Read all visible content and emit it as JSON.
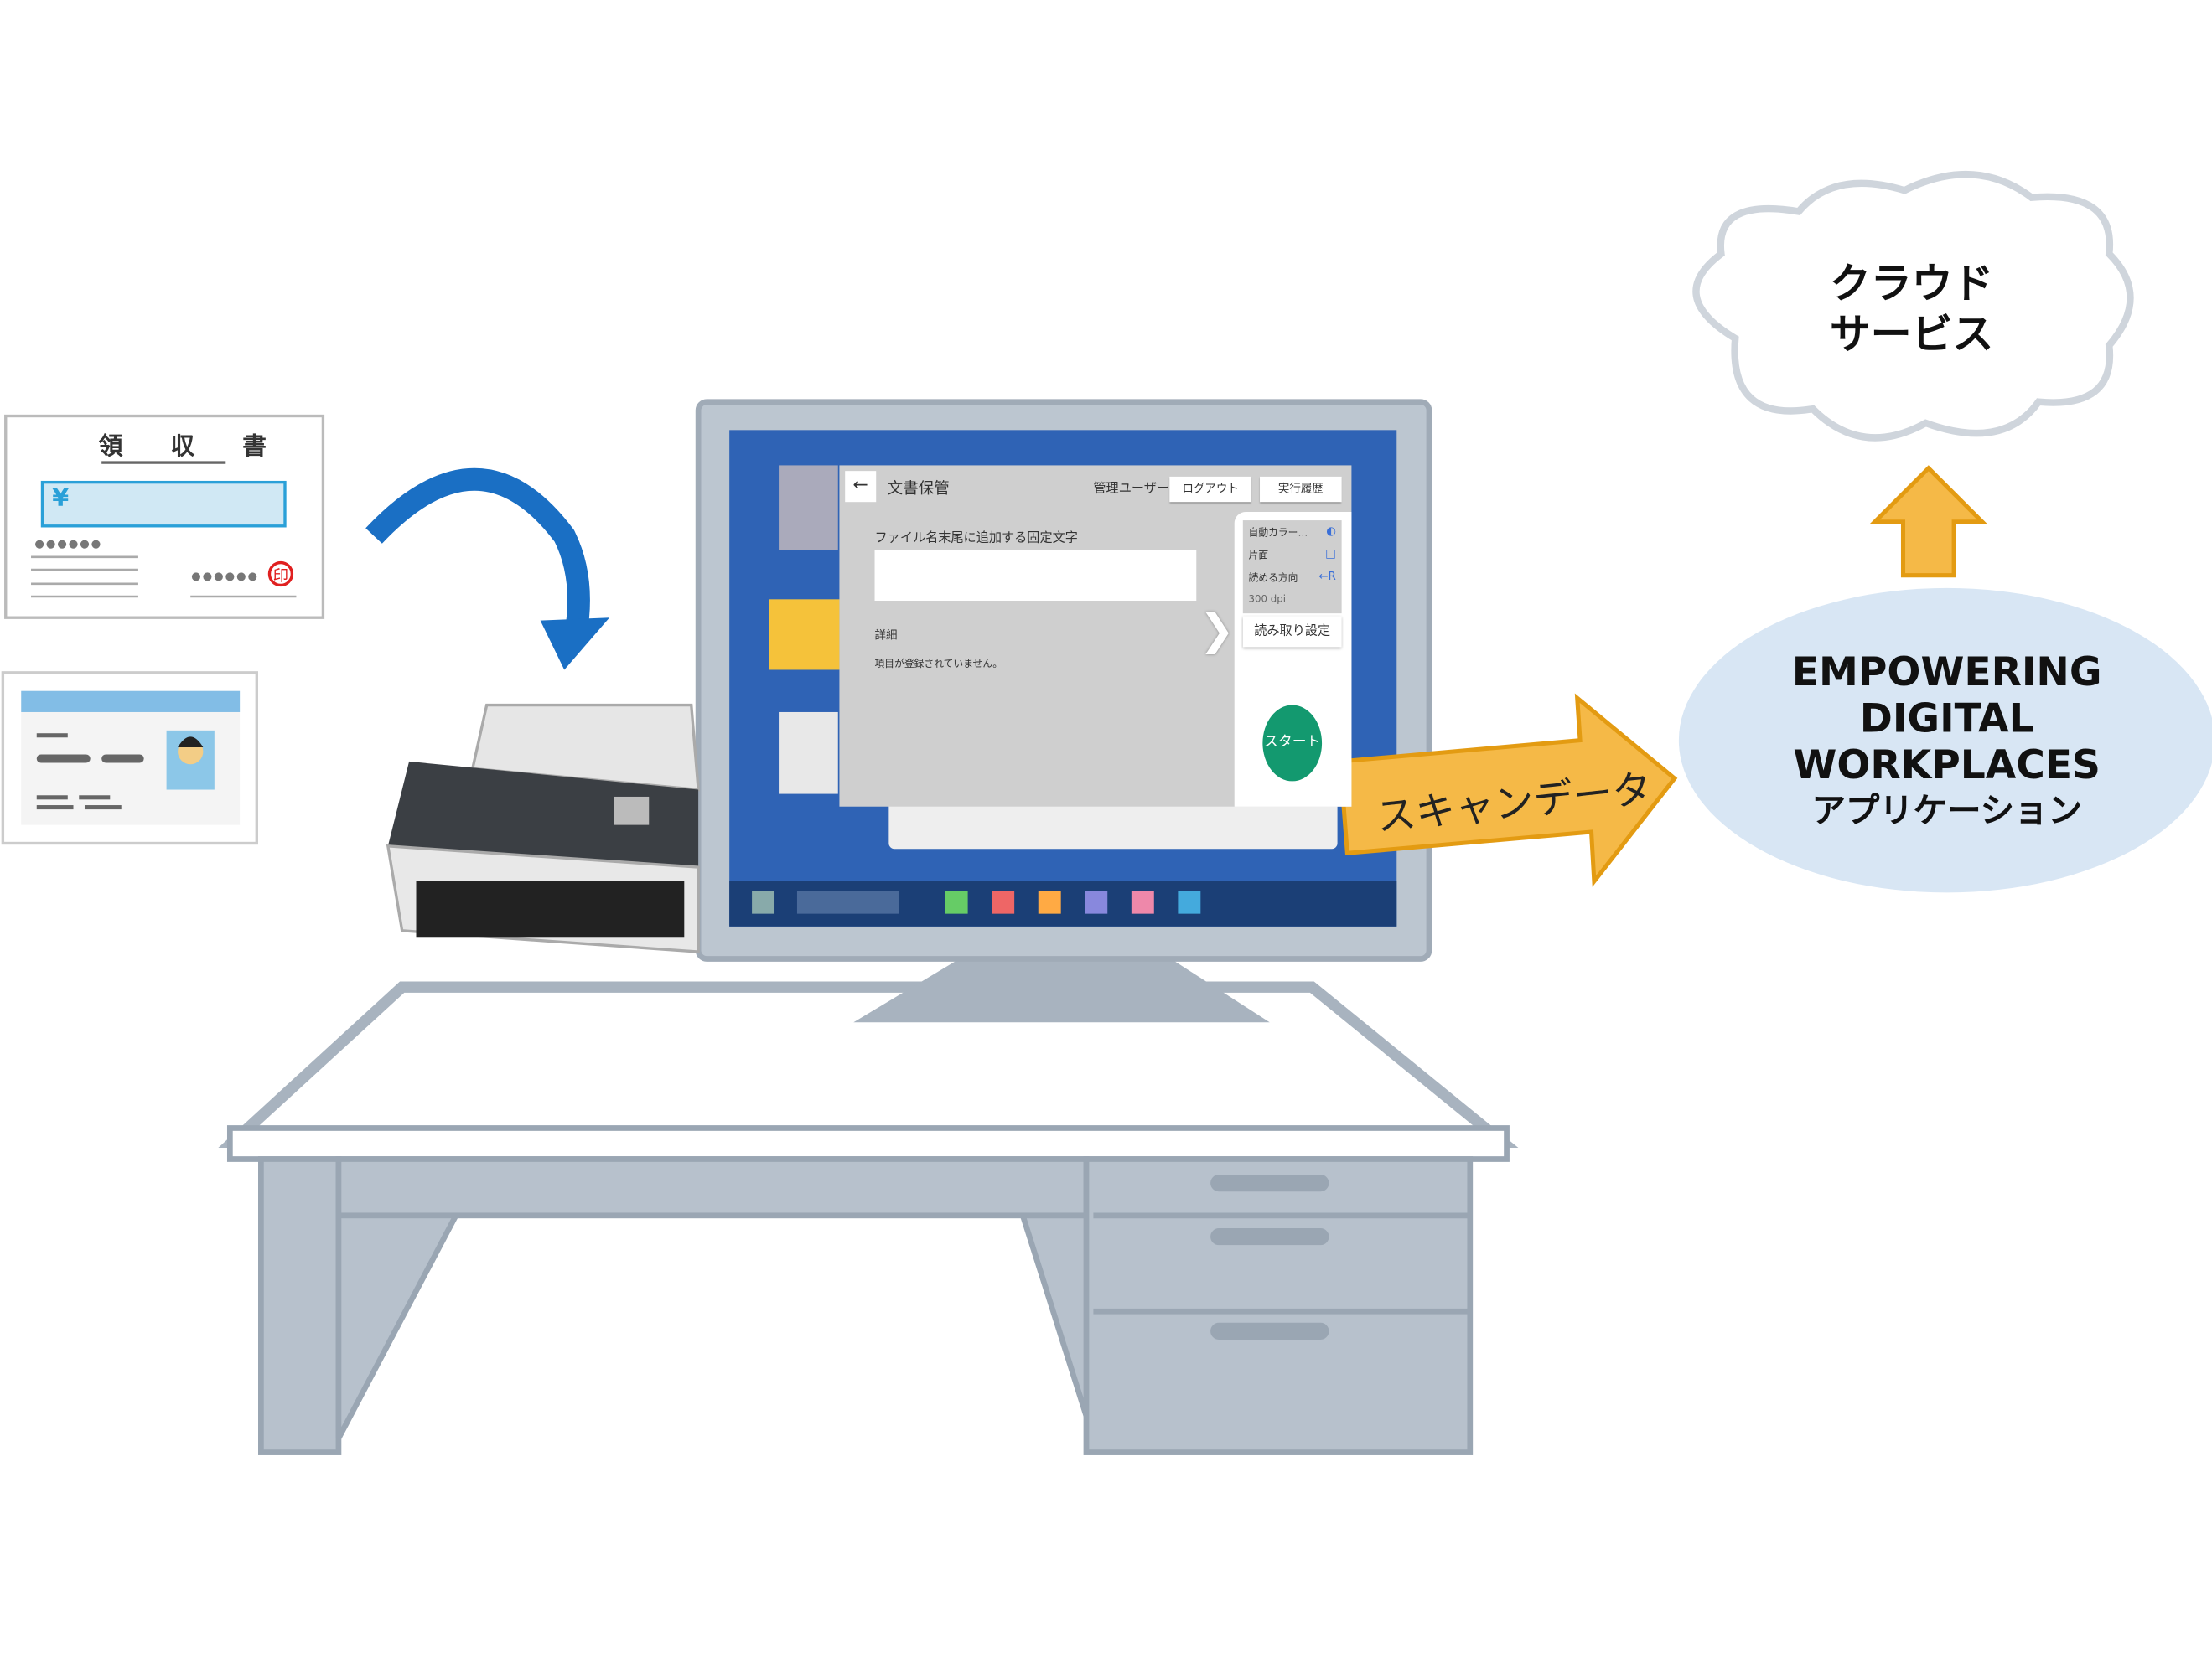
{
  "receipt": {
    "title": "領 収 書",
    "currency": "¥",
    "seal": "印"
  },
  "app": {
    "back_icon": "←",
    "title": "文書保管",
    "user": "管理ユーザー",
    "logout": "ログアウト",
    "history": "実行履歴",
    "field_label": "ファイル名末尾に追加する固定文字",
    "field_value": "",
    "details_label": "詳細",
    "empty_message": "項目が登録されていません。",
    "options": {
      "color": "自動カラー…",
      "sides": "片面",
      "orientation": "読める方向",
      "resolution": "300 dpi"
    },
    "scan_settings": "読み取り設定",
    "start": "スタート"
  },
  "arrow_label": "スキャンデータ",
  "oval": {
    "line1": "EMPOWERING",
    "line2": "DIGITAL",
    "line3": "WORKPLACES",
    "line4": "アプリケーション"
  },
  "cloud": {
    "line1": "クラウド",
    "line2": "サービス"
  },
  "colors": {
    "arrow": "#f5b947",
    "arrow_border": "#e39b12",
    "screen_blue": "#2f63b5",
    "start_green": "#13996f",
    "curve_arrow": "#1a6fc4"
  }
}
